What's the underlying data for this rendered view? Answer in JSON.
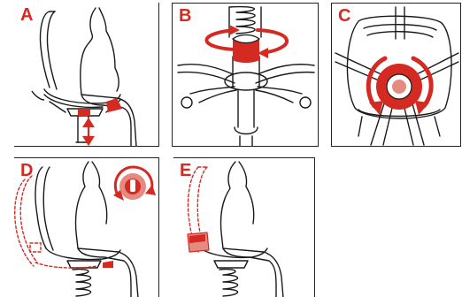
{
  "panels": [
    {
      "label": "A"
    },
    {
      "label": "B"
    },
    {
      "label": "C"
    },
    {
      "label": "D"
    },
    {
      "label": "E"
    }
  ],
  "colors": {
    "accent": "#d42a22",
    "accent_light": "#e58a80",
    "line": "#1a1a1a",
    "background": "#ffffff"
  }
}
